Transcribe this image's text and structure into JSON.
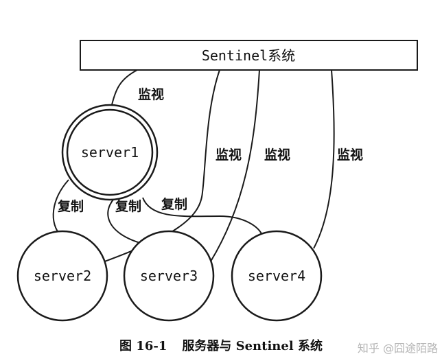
{
  "sentinel": {
    "label": "Sentinel系统"
  },
  "servers": {
    "server1": "server1",
    "server2": "server2",
    "server3": "server3",
    "server4": "server4"
  },
  "edges": {
    "monitor1": "监视",
    "monitor2": "监视",
    "monitor3": "监视",
    "monitor4": "监视",
    "replicate2": "复制",
    "replicate3": "复制",
    "replicate4": "复制"
  },
  "caption": {
    "number": "图 16-1",
    "title": "服务器与 Sentinel 系统"
  },
  "watermark": {
    "text": "知乎 @囧途陌路"
  },
  "colors": {
    "stroke": "#1a1a1a",
    "background": "#ffffff"
  }
}
